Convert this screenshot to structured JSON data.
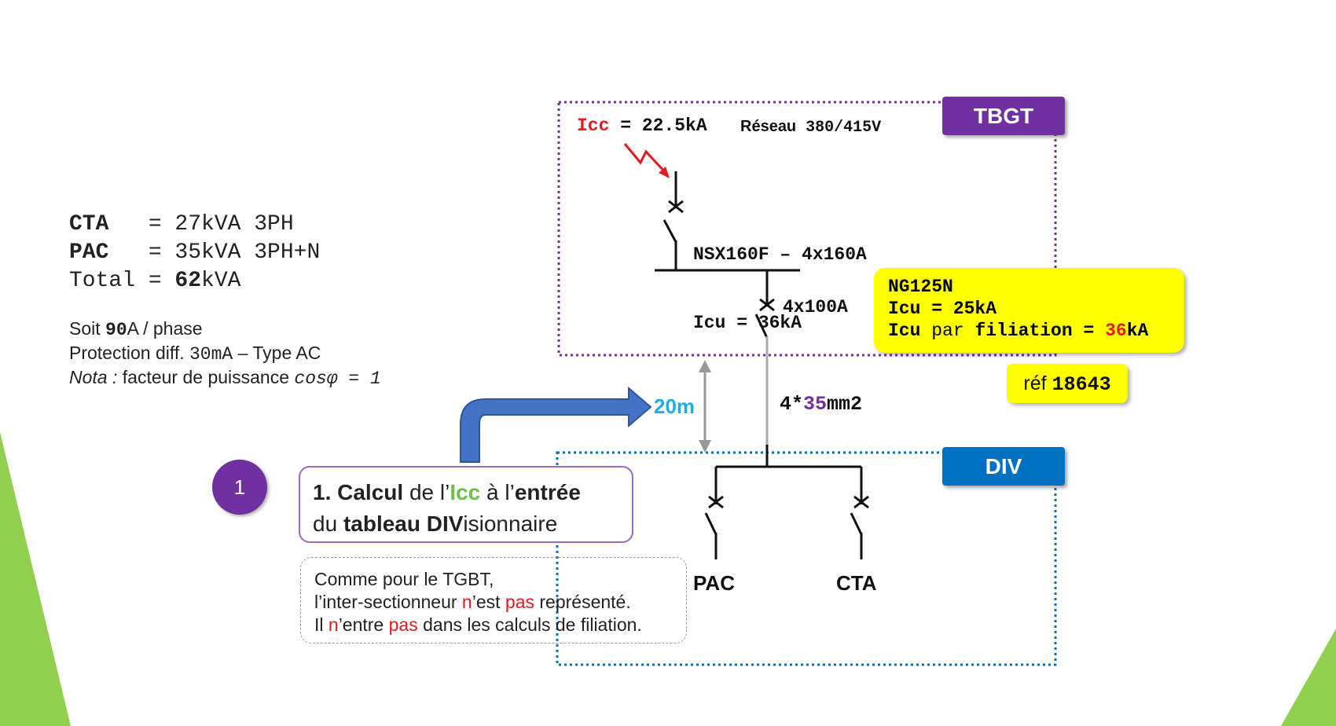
{
  "colors": {
    "accent_purple": "#7030a0",
    "accent_blue": "#0070c0",
    "highlight_yellow": "#ffff00",
    "red": "#e01b22",
    "green": "#6cc04a",
    "cyan": "#1eaee6",
    "slide_triangle": "#92d050"
  },
  "left_info": {
    "cta_label": "CTA",
    "cta_value": "   = 27kVA 3PH",
    "pac_label": "PAC",
    "pac_value": "   = 35kVA 3PH+N",
    "total_label": "Total = ",
    "total_bold": "62",
    "total_unit": "kVA",
    "soit_pre": "Soit ",
    "soit_value": "90",
    "soit_post": "A / phase",
    "protection_pre": "Protection diff. ",
    "protection_value": "30mA",
    "protection_post": " – Type AC",
    "nota_label": "Nota :",
    "nota_text": " facteur de puissance ",
    "nota_formula": "cosφ = 1"
  },
  "tbgt": {
    "tag": "TBGT",
    "icc_label": "Icc",
    "icc_value": " = 22.5kA",
    "reseau_label": "Réseau",
    "reseau_value": " 380/415V",
    "breaker_line1": "NSX160F – 4x160A",
    "breaker_line2": "Icu = 36kA",
    "feeder_rating": "4x100A"
  },
  "yellow_box": {
    "line1": "NG125N",
    "line2": "Icu = 25kA",
    "line3_pre": "Icu ",
    "line3_par": "par",
    "line3_mid": " filiation = ",
    "line3_value": "36",
    "line3_unit": "kA"
  },
  "ref": {
    "label": "réf",
    "value": "18643"
  },
  "cable": {
    "distance": "20m",
    "section_pre": "4*",
    "section_value": "35",
    "section_unit": "mm2"
  },
  "div": {
    "tag": "DIV",
    "load_left": "PAC",
    "load_right": "CTA"
  },
  "step": {
    "number": "1",
    "w1": "1. Calcul",
    "w2": " de l’",
    "w3": "Icc",
    "w4": " à l’",
    "w5": "entrée",
    "w6": "du ",
    "w7": "tableau DIV",
    "w8": "isionnaire"
  },
  "note": {
    "line1": "Comme pour le TGBT,",
    "line2_a": "l’inter-sectionneur ",
    "line2_b": "n",
    "line2_c": "’est ",
    "line2_d": "pas",
    "line2_e": " représenté.",
    "line3_a": "Il ",
    "line3_b": "n",
    "line3_c": "’entre ",
    "line3_d": "pas",
    "line3_e": " dans les calculs de filiation."
  }
}
